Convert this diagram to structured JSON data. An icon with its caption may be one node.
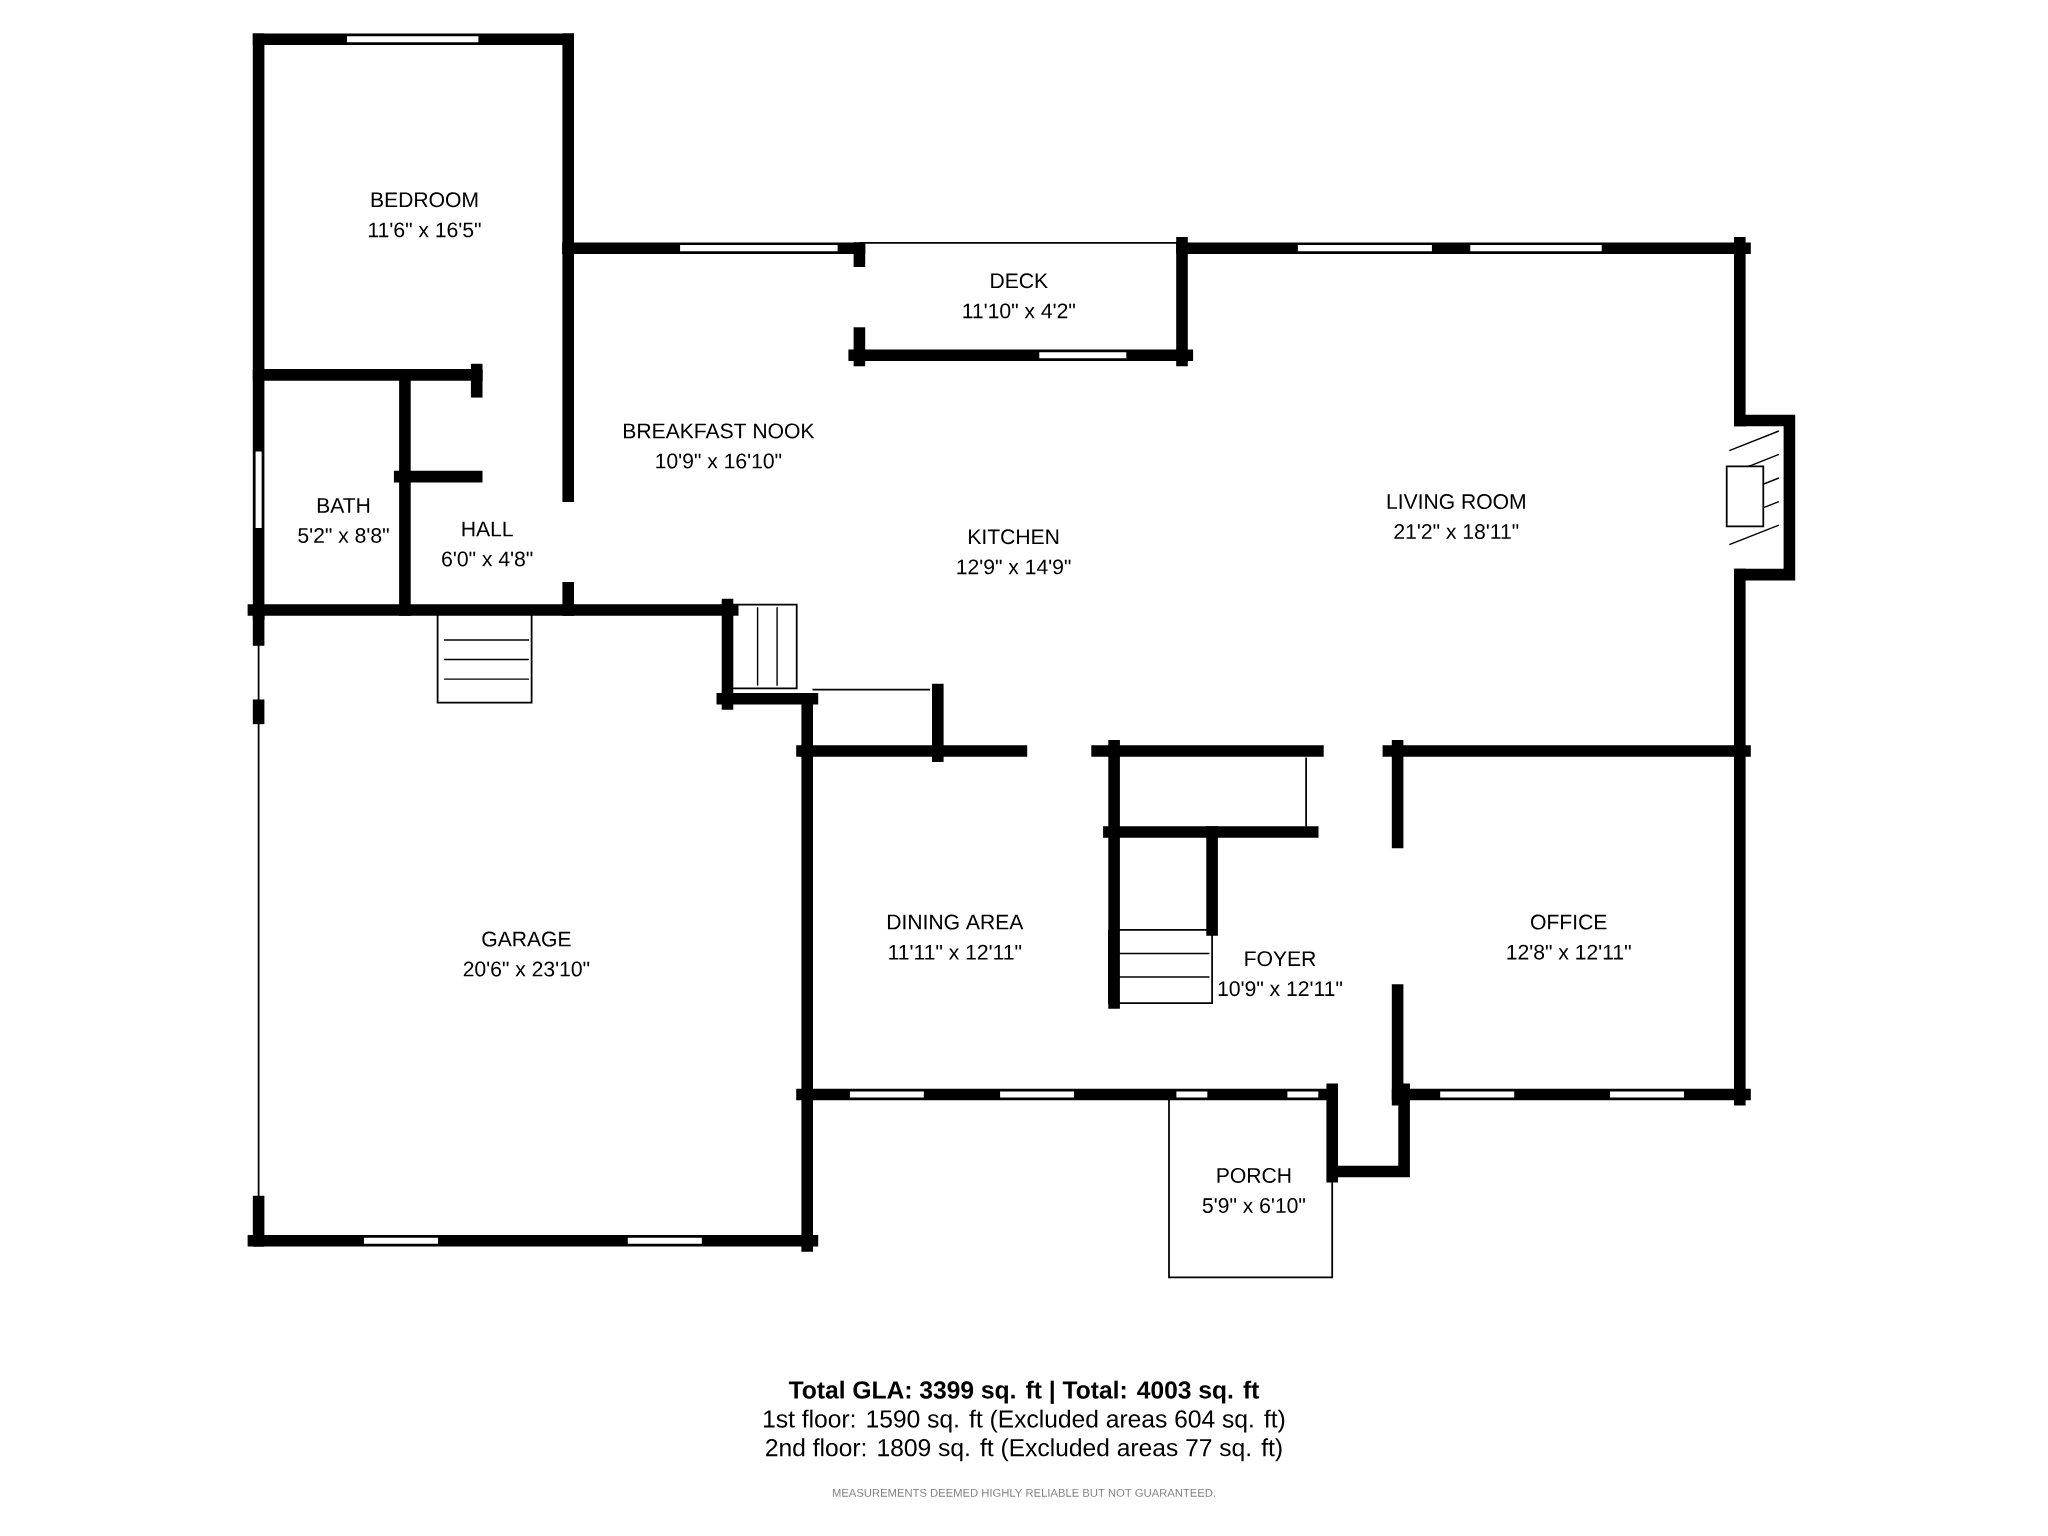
{
  "diagram": {
    "labels": [
      "BEDROOM",
      "11'6\" x 16'5\"",
      "DECK",
      "11'10\" x 4'2\"",
      "BREAKFAST NOOK",
      "10'9\" x 16'10\"",
      "LIVING ROOM",
      "21'2\" x 18'11\"",
      "BATH",
      "5'2\" x 8'8\"",
      "HALL",
      "6'0\" x 4'8\"",
      "KITCHEN",
      "12'9\" x 14'9\"",
      "DINING AREA",
      "11'11\" x 12'11\"",
      "OFFICE",
      "12'8\" x 12'11\"",
      "GARAGE",
      "20'6\" x 23'10\"",
      "FOYER",
      "10'9\" x 12'11\"",
      "PORCH",
      "5'9\" x 6'10\"",
      "**Total GLA: 3399 sq. ft | Total: 4003 sq. ft**",
      "1st floor: 1590 sq. ft (Excluded areas 604 sq. ft)",
      "2nd floor: 1809 sq. ft (Excluded areas 77 sq. ft)",
      "MEASUREMENTS DEEMED HIGHLY RELIABLE BUT NOT GUARANTEED."
    ]
  }
}
